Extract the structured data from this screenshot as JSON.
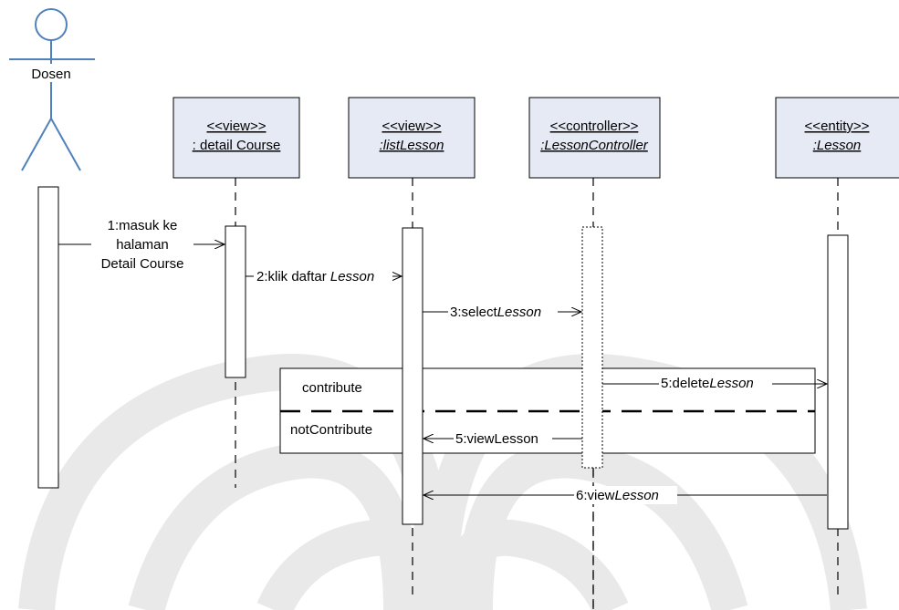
{
  "actor": {
    "name": "Dosen",
    "actor_color": "#4f81bd"
  },
  "lifelines": [
    {
      "stereotype": "<<view>>",
      "name": ": detail Course",
      "italic": false
    },
    {
      "stereotype": "<<view>>",
      "name": ":listLesson",
      "italic": true
    },
    {
      "stereotype": "<<controller>>",
      "name": ":LessonController",
      "italic": true
    },
    {
      "stereotype": "<<entity>>",
      "name": ":Lesson",
      "italic": true
    }
  ],
  "messages": {
    "m1": {
      "lines": [
        "1:masuk ke",
        "halaman",
        "Detail Course"
      ]
    },
    "m2": {
      "plain": "2:klik daftar ",
      "emph": "Lesson"
    },
    "m3": {
      "plain": "3:select",
      "emph": "Lesson"
    },
    "m5a": {
      "plain": "5:delete",
      "emph": "Lesson"
    },
    "m5b": {
      "plain": "5:viewLesson",
      "emph": ""
    },
    "m6": {
      "plain": "6:view",
      "emph": "Lesson"
    }
  },
  "fragment": {
    "operands": [
      "contribute",
      "notContribute"
    ]
  },
  "colors": {
    "lifeline_box": "#e5eaf4",
    "watermark": "#e9e9e9"
  }
}
